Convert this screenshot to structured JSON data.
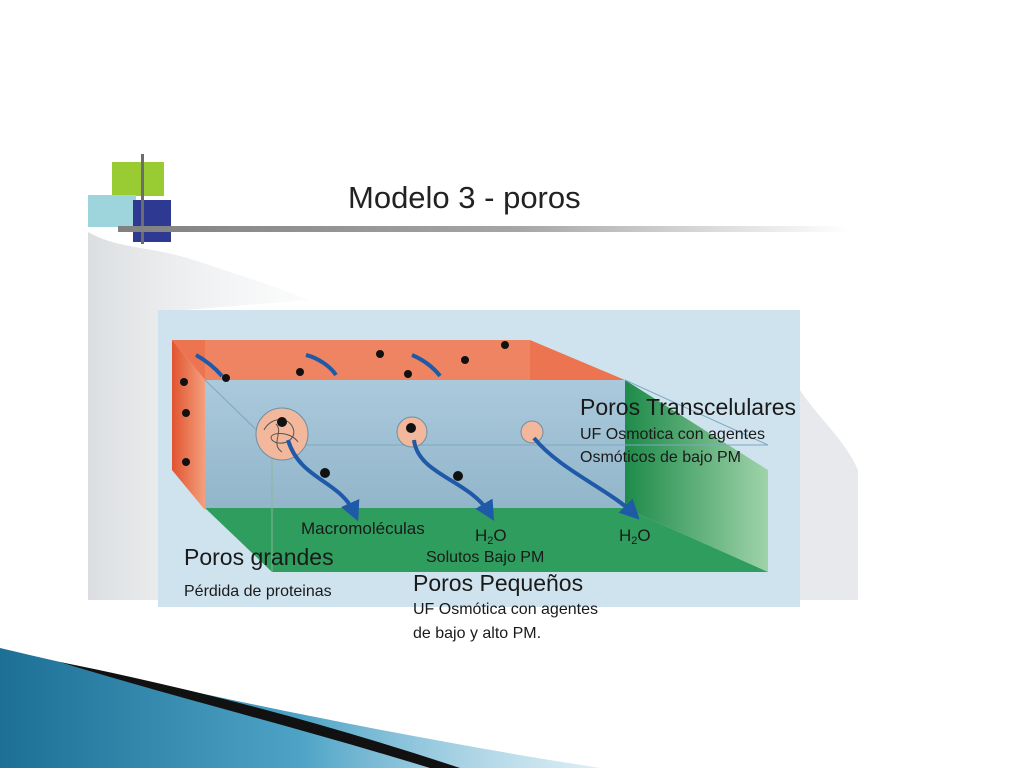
{
  "slide": {
    "title": "Modelo 3 - poros"
  },
  "diagram": {
    "labels": {
      "poros_transcelulares_title": "Poros Transcelulares",
      "poros_transcelulares_desc_1": "UF Osmotica con agentes",
      "poros_transcelulares_desc_2": "Osmóticos de bajo PM",
      "macromoleculas": "Macromoléculas",
      "h2o_left_base": "H",
      "h2o_left_sub": "2",
      "h2o_left_tail": "O",
      "h2o_right_base": "H",
      "h2o_right_sub": "2",
      "h2o_right_tail": "O",
      "solutos": "Solutos Bajo PM",
      "poros_grandes_title": "Poros grandes",
      "poros_grandes_desc": "Pérdida de proteinas",
      "poros_pequenos_title": "Poros Pequeños",
      "poros_pequenos_desc_1": "UF Osmótica con agentes",
      "poros_pequenos_desc_2": "de bajo y alto PM."
    },
    "colors": {
      "blood_side": "#e8603a",
      "membrane": "#9fc2d6",
      "dialysate_side": "#2e9a5a",
      "arrow": "#1f5aa8",
      "background_panel": "#cfe3ef"
    }
  }
}
